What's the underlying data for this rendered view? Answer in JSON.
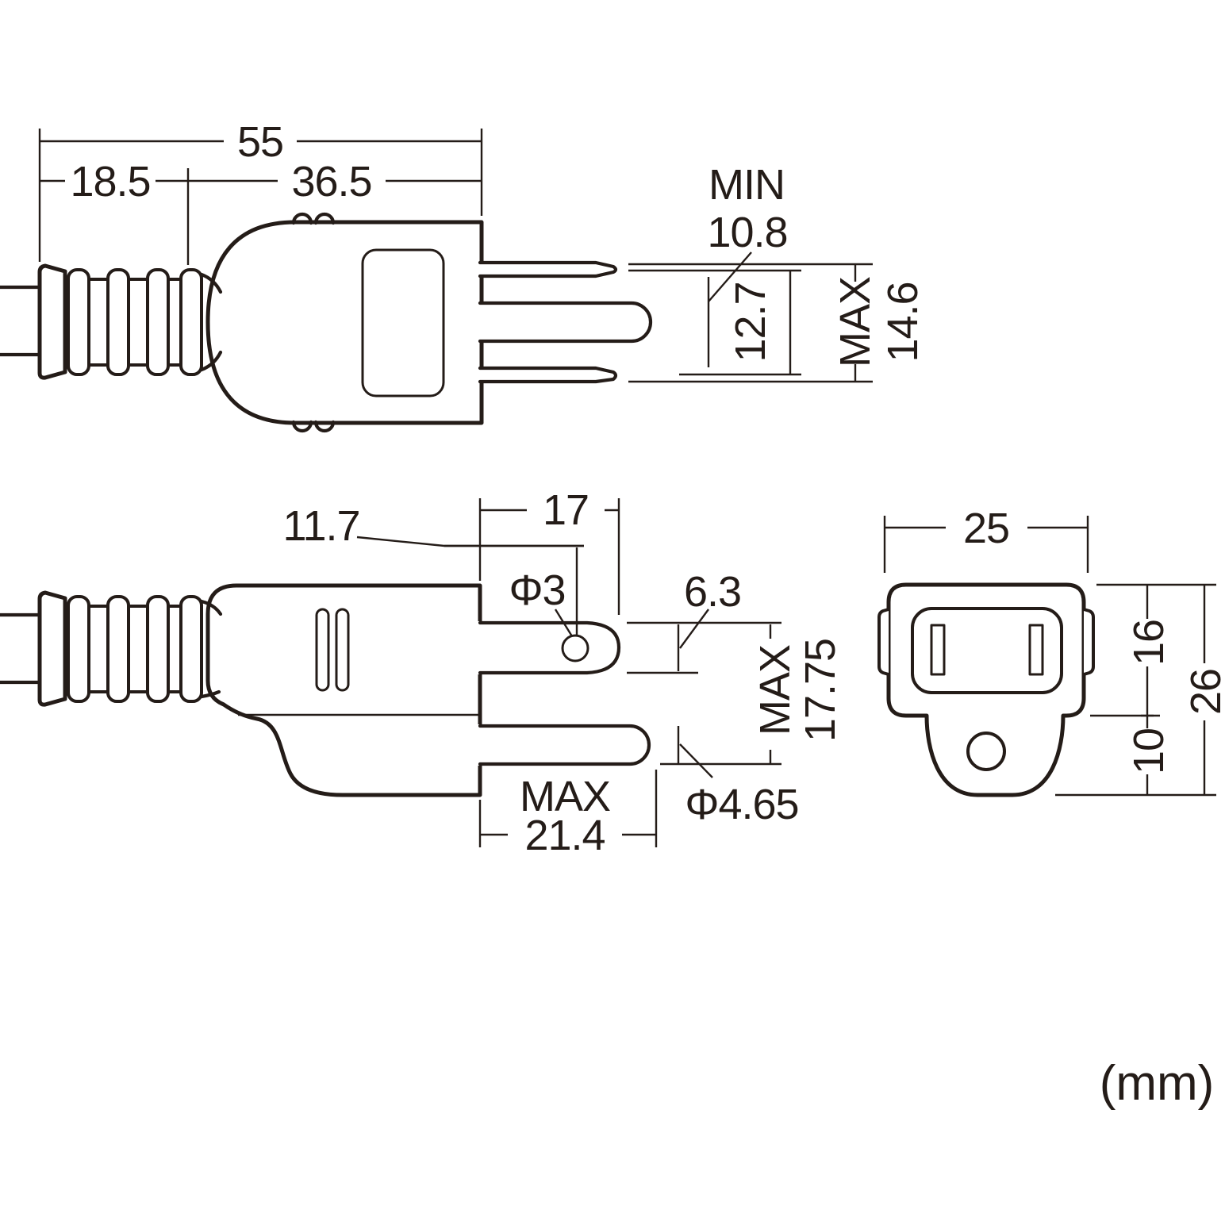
{
  "drawing": {
    "unit_label": "(mm)",
    "top_view": {
      "overall_length": "55",
      "boot_length": "18.5",
      "body_length": "36.5",
      "min_label": "MIN",
      "min_gap": "10.8",
      "blade_pitch": "12.7",
      "max_label": "MAX",
      "max_span": "14.6"
    },
    "side_view": {
      "hole_offset": "11.7",
      "blade_length": "17",
      "hole_diameter": "Φ3",
      "blade_width": "6.3",
      "max_label": "MAX",
      "max_span": "17.75",
      "pin_diameter": "Φ4.65",
      "max2_label": "MAX",
      "pin_length": "21.4"
    },
    "front_view": {
      "width": "25",
      "upper_height": "16",
      "total_height": "26",
      "tab_height": "10"
    }
  }
}
